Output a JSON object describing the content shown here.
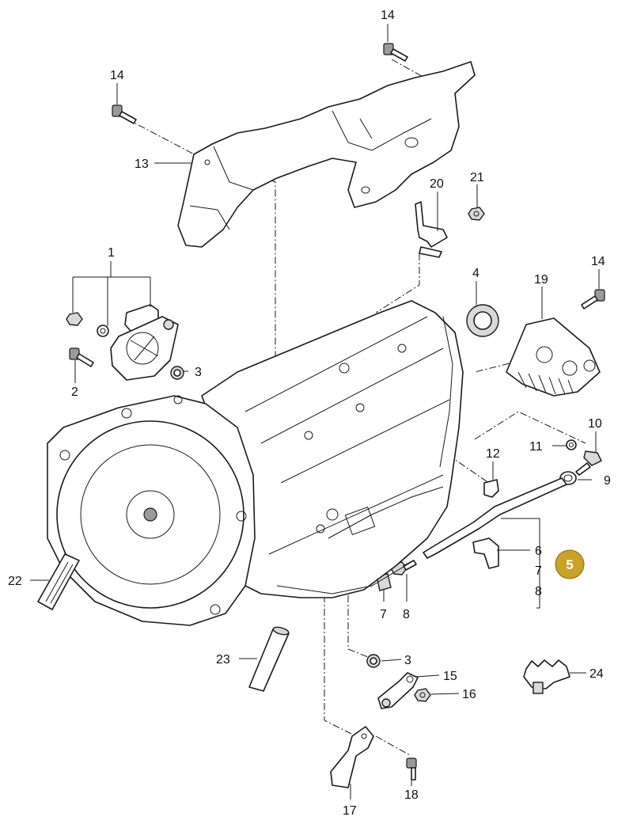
{
  "callouts": {
    "c14a": "14",
    "c14b": "14",
    "c14c": "14",
    "c13": "13",
    "c20": "20",
    "c21": "21",
    "c1": "1",
    "c2": "2",
    "c3a": "3",
    "c3b": "3",
    "c4": "4",
    "c19": "19",
    "c10": "10",
    "c11": "11",
    "c9": "9",
    "c12": "12",
    "c6": "6",
    "c7a": "7",
    "c8a": "8",
    "c7b": "7",
    "c8b": "8",
    "c22": "22",
    "c23": "23",
    "c15": "15",
    "c16": "16",
    "c24": "24",
    "c17": "17",
    "c18": "18"
  },
  "highlight": {
    "label": "5",
    "color": "#c9a227"
  }
}
